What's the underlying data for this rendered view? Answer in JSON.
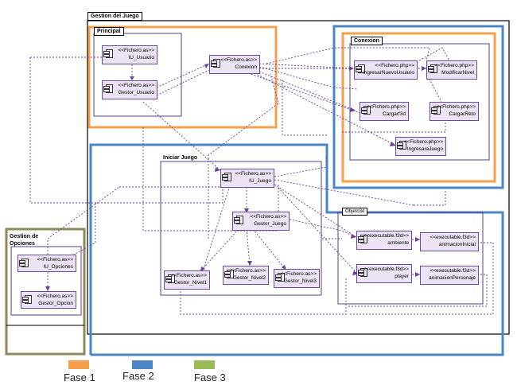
{
  "packages": {
    "gestion_juego": "Gestion del Juego",
    "principal": "Principal",
    "conexion": "Conexion",
    "iniciar_juego": "Iniciar Juego",
    "objeto3d": "Objeto3d",
    "gestion_opciones_line1": "Gestion de",
    "gestion_opciones_line2": "Opciones"
  },
  "components": {
    "iu_usuario": {
      "stereo": "<<Fichero.as>>",
      "name": "IU_Usuario"
    },
    "gestor_usuario": {
      "stereo": "<<Fichero.as>>",
      "name": "Gestor_Usuario"
    },
    "conexion": {
      "stereo": "<<Fichero.as>>",
      "name": "Conexion"
    },
    "ingresar_nuevo_usuario": {
      "stereo": "<<Fichero.php>>",
      "name": "IngresarNuevoUsuario"
    },
    "modificar_nivel": {
      "stereo": "<<Fichero.php>>",
      "name": "ModificarNivel"
    },
    "cargar_f3d": {
      "stereo": "<<Fichero.php>>",
      "name": "Cargarf3d"
    },
    "cargar_reto": {
      "stereo": "<<Fichero.php>>",
      "name": "CargarReto"
    },
    "ingresar_a_juego": {
      "stereo": "<<Fichero.php>>",
      "name": "IngresaraJuego"
    },
    "iu_juego": {
      "stereo": "<<Fichero.as>>",
      "name": "IU_Juego"
    },
    "gestor_juego": {
      "stereo": "<<Fichero.as>>",
      "name": "Gestor_Juego"
    },
    "gestor_nivel1": {
      "stereo": "<<Fichero.as>>",
      "name": "Gestor_Nivel1"
    },
    "gestor_nivel2": {
      "stereo": "<<Fichero.as>>",
      "name": "Gestor_Nivel2"
    },
    "gestor_nivel3": {
      "stereo": "<<Fichero.as>>",
      "name": "Gestor_Nivel3"
    },
    "ambiente": {
      "stereo": "<<executable.f3d>>",
      "name": "ambiente"
    },
    "player": {
      "stereo": "<<executable.f3d>>",
      "name": "player"
    },
    "animacion_inicial": {
      "stereo": "<<executable.f3d>>",
      "name": "animacionInicial"
    },
    "animacion_personaje": {
      "stereo": "<<executable.f3d>>",
      "name": "animacionPersonaje"
    },
    "iu_opciones": {
      "stereo": "<<Fichero.as>>",
      "name": "IU_Opciones"
    },
    "gestor_opcion": {
      "stereo": "<<Fichero.as>>",
      "name": "Gestor_Opcion"
    }
  },
  "legend": [
    {
      "label": "Fase 1",
      "color": "#f6a04d"
    },
    {
      "label": "Fase 2",
      "color": "#4a86c5"
    },
    {
      "label": "Fase 3",
      "color": "#9bbb59"
    }
  ],
  "colors": {
    "fase1": "#f6a04d",
    "fase2": "#4a86c5",
    "fase3": "#8f8a5c",
    "package_border": "#5a3f8a",
    "dependency": "#6a3fa0"
  }
}
